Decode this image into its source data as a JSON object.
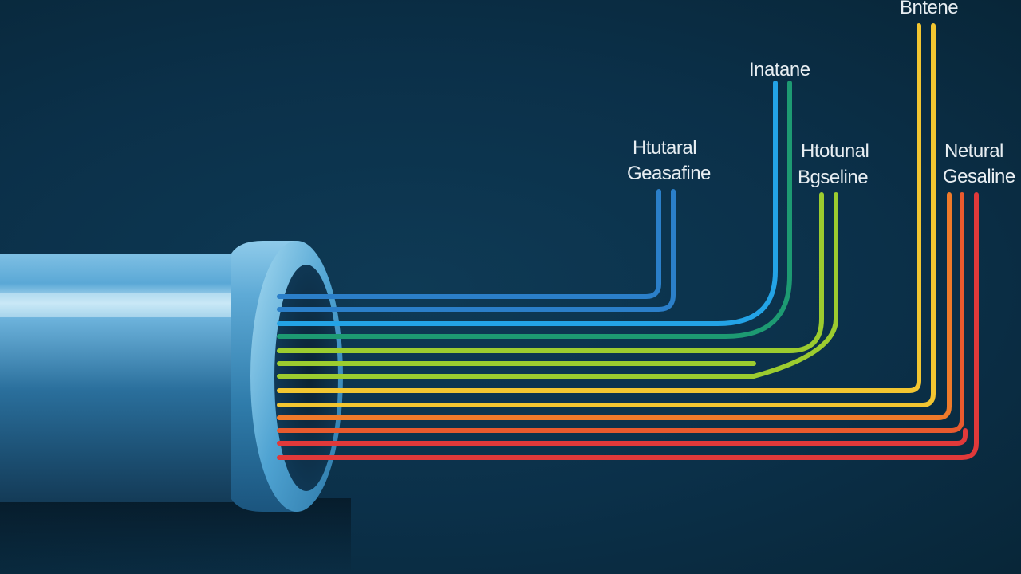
{
  "labels": {
    "top_right": "Bntene",
    "middle_top": "Inatane",
    "left_line1": "Htutaral",
    "left_line2": "Geasafine",
    "mid_line1": "Htotunal",
    "mid_line2": "Bgseline",
    "right_line1": "Netural",
    "right_line2": "Gesaline"
  },
  "colors": {
    "background": "#0b3049",
    "pipe": "#3a8fc0",
    "blue": "#2b7fc9",
    "cyan": "#23a3e6",
    "teal": "#1d9a72",
    "lime": "#9ccc2f",
    "yellow": "#f2c631",
    "orange": "#ef7a2a",
    "red": "#e0393a"
  }
}
